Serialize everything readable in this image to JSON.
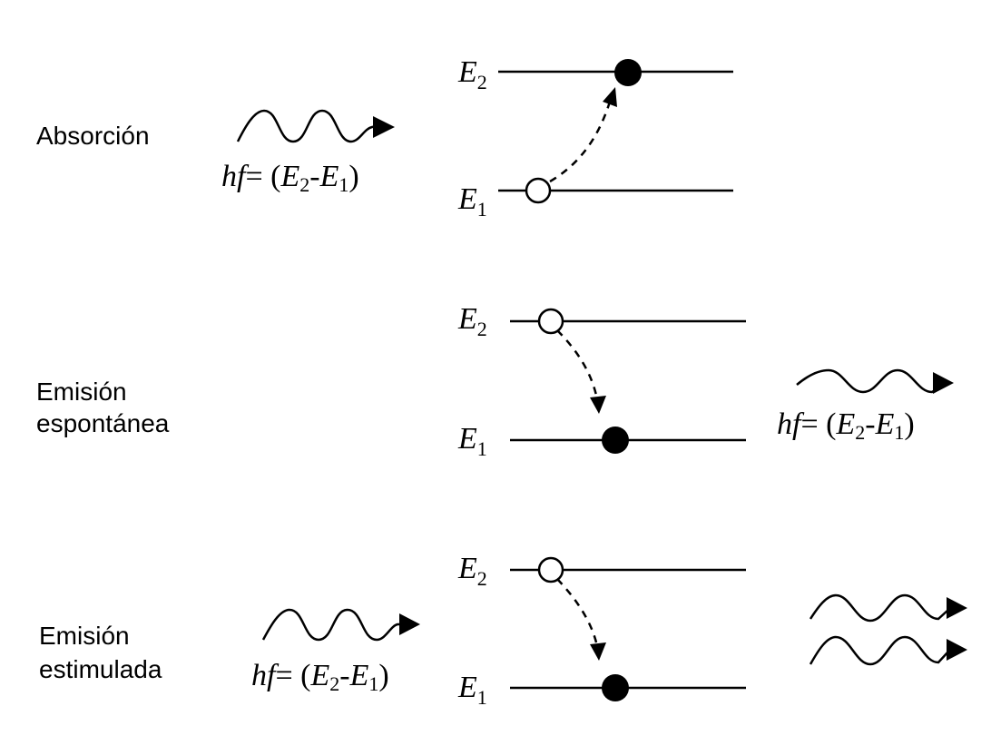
{
  "processes": [
    {
      "title_lines": [
        "Absorción"
      ],
      "upper_level": {
        "symbol": "E",
        "subscript": "2"
      },
      "lower_level": {
        "symbol": "E",
        "subscript": "1"
      },
      "photon_equation": {
        "h": "h",
        "f": "f",
        "eq": "= (",
        "E1": "E",
        "s2": "2",
        "dash": "-",
        "E2": "E",
        "s1": "1",
        "close": ")"
      }
    },
    {
      "title_lines": [
        "Emisión",
        "espontánea"
      ],
      "upper_level": {
        "symbol": "E",
        "subscript": "2"
      },
      "lower_level": {
        "symbol": "E",
        "subscript": "1"
      },
      "photon_equation": {
        "h": "h",
        "f": "f",
        "eq": "= (",
        "E1": "E",
        "s2": "2",
        "dash": "-",
        "E2": "E",
        "s1": "1",
        "close": ")"
      }
    },
    {
      "title_lines": [
        "Emisión",
        "estimulada"
      ],
      "upper_level": {
        "symbol": "E",
        "subscript": "2"
      },
      "lower_level": {
        "symbol": "E",
        "subscript": "1"
      },
      "photon_equation": {
        "h": "h",
        "f": "f",
        "eq": "= (",
        "E1": "E",
        "s2": "2",
        "dash": "-",
        "E2": "E",
        "s1": "1",
        "close": ")"
      }
    }
  ]
}
